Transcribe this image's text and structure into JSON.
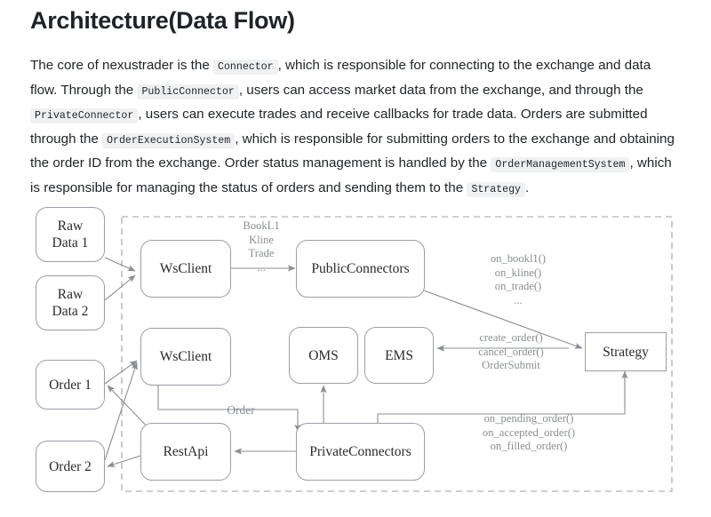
{
  "page": {
    "title": "Architecture(Data Flow)"
  },
  "intro": {
    "seg1": "The core of nexustrader is the ",
    "code1": "Connector",
    "seg2": ", which is responsible for connecting to the exchange and data flow. Through the ",
    "code2": "PublicConnector",
    "seg3": ", users can access market data from the exchange, and through the ",
    "code3": "PrivateConnector",
    "seg4": ", users can execute trades and receive callbacks for trade data. Orders are submitted through the ",
    "code4": "OrderExecutionSystem",
    "seg5": ", which is responsible for submitting orders to the exchange and obtaining the order ID from the exchange. Order status management is handled by the ",
    "code5": "OrderManagementSystem",
    "seg6": ", which is responsible for managing the status of orders and sending them to the ",
    "code6": "Strategy",
    "seg7": "."
  },
  "diagram": {
    "nodes": {
      "raw_data_1": "Raw\nData 1",
      "raw_data_2": "Raw\nData 2",
      "order_1": "Order 1",
      "order_2": "Order 2",
      "ws_client_top": "WsClient",
      "ws_client_bottom": "WsClient",
      "rest_api": "RestApi",
      "public_connectors": "PublicConnectors",
      "private_connectors": "PrivateConnectors",
      "oms": "OMS",
      "ems": "EMS",
      "strategy": "Strategy"
    },
    "labels": {
      "market_stream": "BookL1\nKline\nTrade\n...",
      "callbacks_public": "on_bookl1()\non_kline()\non_trade()\n...",
      "order_actions": "create_order()\ncancel_order()\nOrderSubmit",
      "order": "Order",
      "order_callbacks": "on_pending_order()\non_accepted_order()\non_filled_order()"
    },
    "colors": {
      "node_border": "#9aa0a6",
      "arrow": "#8a8f94",
      "dashed_border": "#9aa0a6",
      "label_text": "#8a8f94"
    }
  }
}
